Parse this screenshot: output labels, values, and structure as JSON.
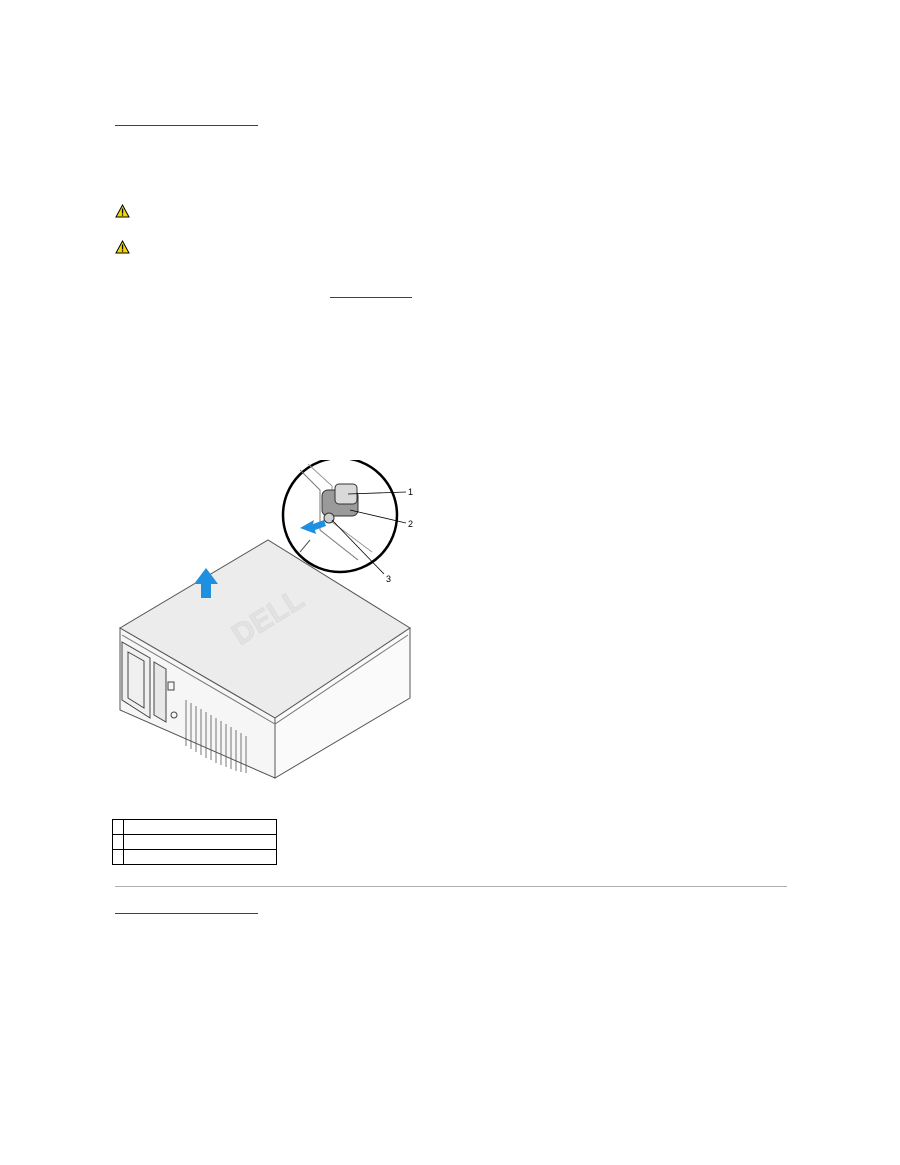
{
  "figure": {
    "callouts": [
      "1",
      "2",
      "3"
    ],
    "logo_text": "DELL"
  },
  "colors": {
    "link": "#2a2aff",
    "warning_fill": "#f5d800",
    "arrow": "#1f8fe0"
  },
  "icons": [
    "warning-icon",
    "warning-icon",
    "lift-arrow-icon",
    "slide-arrow-icon"
  ]
}
